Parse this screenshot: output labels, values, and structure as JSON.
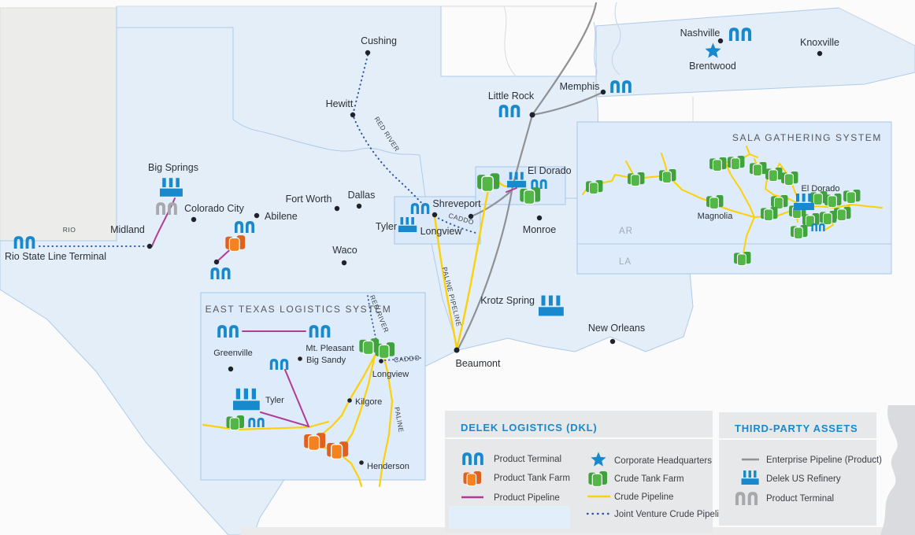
{
  "map": {
    "cities": {
      "cushing": "Cushing",
      "hewitt": "Hewitt",
      "fort_worth": "Fort Worth",
      "dallas": "Dallas",
      "waco": "Waco",
      "abilene": "Abilene",
      "colorado_city": "Colorado City",
      "midland": "Midland",
      "big_springs": "Big Springs",
      "rio_state_line_terminal": "Rio State Line Terminal",
      "tyler": "Tyler",
      "longview": "Longview",
      "shreveport": "Shreveport",
      "monroe": "Monroe",
      "el_dorado": "El Dorado",
      "little_rock": "Little Rock",
      "memphis": "Memphis",
      "nashville": "Nashville",
      "brentwood": "Brentwood",
      "knoxville": "Knoxville",
      "krotz_spring": "Krotz Spring",
      "new_orleans": "New Orleans",
      "beaumont": "Beaumont"
    },
    "pipeline_labels": {
      "rio": "RIO",
      "red_river": "RED RIVER",
      "caddo": "CADDO",
      "paline_pipeline": "PALINE PIPELINE"
    }
  },
  "insets": {
    "sala": {
      "title": "SALA GATHERING SYSTEM",
      "labels": {
        "magnolia": "Magnolia",
        "el_dorado": "El Dorado",
        "ar": "AR",
        "la": "LA"
      }
    },
    "east_texas": {
      "title": "EAST TEXAS LOGISTICS SYSTEM",
      "labels": {
        "greenville": "Greenville",
        "mt_pleasant": "Mt. Pleasant",
        "big_sandy": "Big Sandy",
        "tyler": "Tyler",
        "kilgore": "Kilgore",
        "longview": "Longview",
        "henderson": "Henderson",
        "red_river": "RED RIVER",
        "caddo": "CADDO",
        "paline": "PALINE"
      }
    }
  },
  "legend": {
    "dkl": {
      "title": "DELEK LOGISTICS (DKL)",
      "product_terminal": "Product Terminal",
      "product_tank_farm": "Product Tank Farm",
      "product_pipeline": "Product Pipeline",
      "corporate_headquarters": "Corporate Headquarters",
      "crude_tank_farm": "Crude Tank Farm",
      "crude_pipeline": "Crude Pipeline",
      "joint_venture_crude_pipeline": "Joint Venture Crude Pipeline"
    },
    "third_party": {
      "title": "THIRD-PARTY ASSETS",
      "enterprise_pipeline": "Enterprise Pipeline (Product)",
      "delek_us_refinery": "Delek US Refinery",
      "product_terminal": "Product Terminal"
    }
  },
  "colors": {
    "dkl_blue": "#1789cc",
    "terminal_gray": "#a6a8ab",
    "tank_orange": "#f58220",
    "tank_green": "#53b748",
    "crude_yellow": "#fdd108",
    "product_magenta": "#b03c96",
    "enterprise_gray": "#8f9194",
    "jv_dotted_blue": "#2f55a4",
    "state_blue": "#e4eef9",
    "inset_blue": "#dceafa",
    "neutral_gray": "#ececea"
  }
}
